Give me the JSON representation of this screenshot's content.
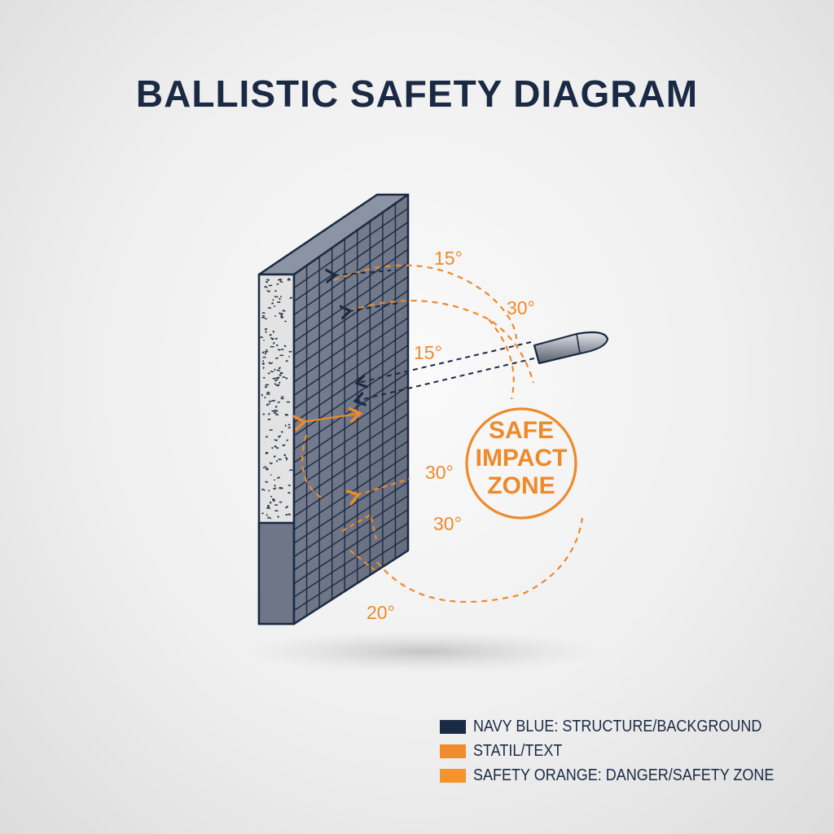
{
  "title": "BALLISTIC SAFETY DIAGRAM",
  "angles": {
    "a1": "15°",
    "a2": "30°",
    "a3": "15°",
    "a4": "30°",
    "a5": "30°",
    "a6": "20°"
  },
  "zone": {
    "line1": "SAFE",
    "line2": "IMPACT",
    "line3": "ZONE"
  },
  "legend": [
    {
      "label": "NAVY BLUE: STRUCTURE/BACKGROUND",
      "color": "#1b2a44"
    },
    {
      "label": "STATIL/TEXT",
      "color": "#f08c2c"
    },
    {
      "label": "SAFETY ORANGE: DANGER/SAFETY ZONE",
      "color": "#f5932e"
    }
  ],
  "colors": {
    "navy": "#1b2a44",
    "orange": "#ee8a2a",
    "steel": "#6f7789"
  }
}
